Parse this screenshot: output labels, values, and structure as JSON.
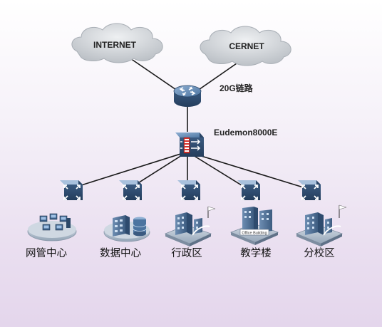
{
  "clouds": {
    "internet": "INTERNET",
    "cernet": "CERNET"
  },
  "router": {
    "link_label": "20G链路",
    "icon": "router-icon"
  },
  "firewall": {
    "label": "Eudemon8000E",
    "icon": "firewall-icon"
  },
  "switches": [
    {
      "icon": "switch-icon"
    },
    {
      "icon": "switch-icon"
    },
    {
      "icon": "switch-icon"
    },
    {
      "icon": "switch-icon"
    },
    {
      "icon": "switch-icon"
    }
  ],
  "nodes": [
    {
      "label": "网管中心",
      "icon": "management-center-icon"
    },
    {
      "label": "数据中心",
      "icon": "data-center-icon"
    },
    {
      "label": "行政区",
      "icon": "admin-campus-icon"
    },
    {
      "label": "教学楼",
      "icon": "teaching-building-icon",
      "sign": "Office Building"
    },
    {
      "label": "分校区",
      "icon": "branch-campus-icon"
    }
  ],
  "colors": {
    "cloud": "#c9cdd2",
    "device": "#3b5f88",
    "device_light": "#6e95bf",
    "firewall_red": "#d8322a",
    "building": "#4d6d92",
    "platform": "#a9b6c4"
  }
}
